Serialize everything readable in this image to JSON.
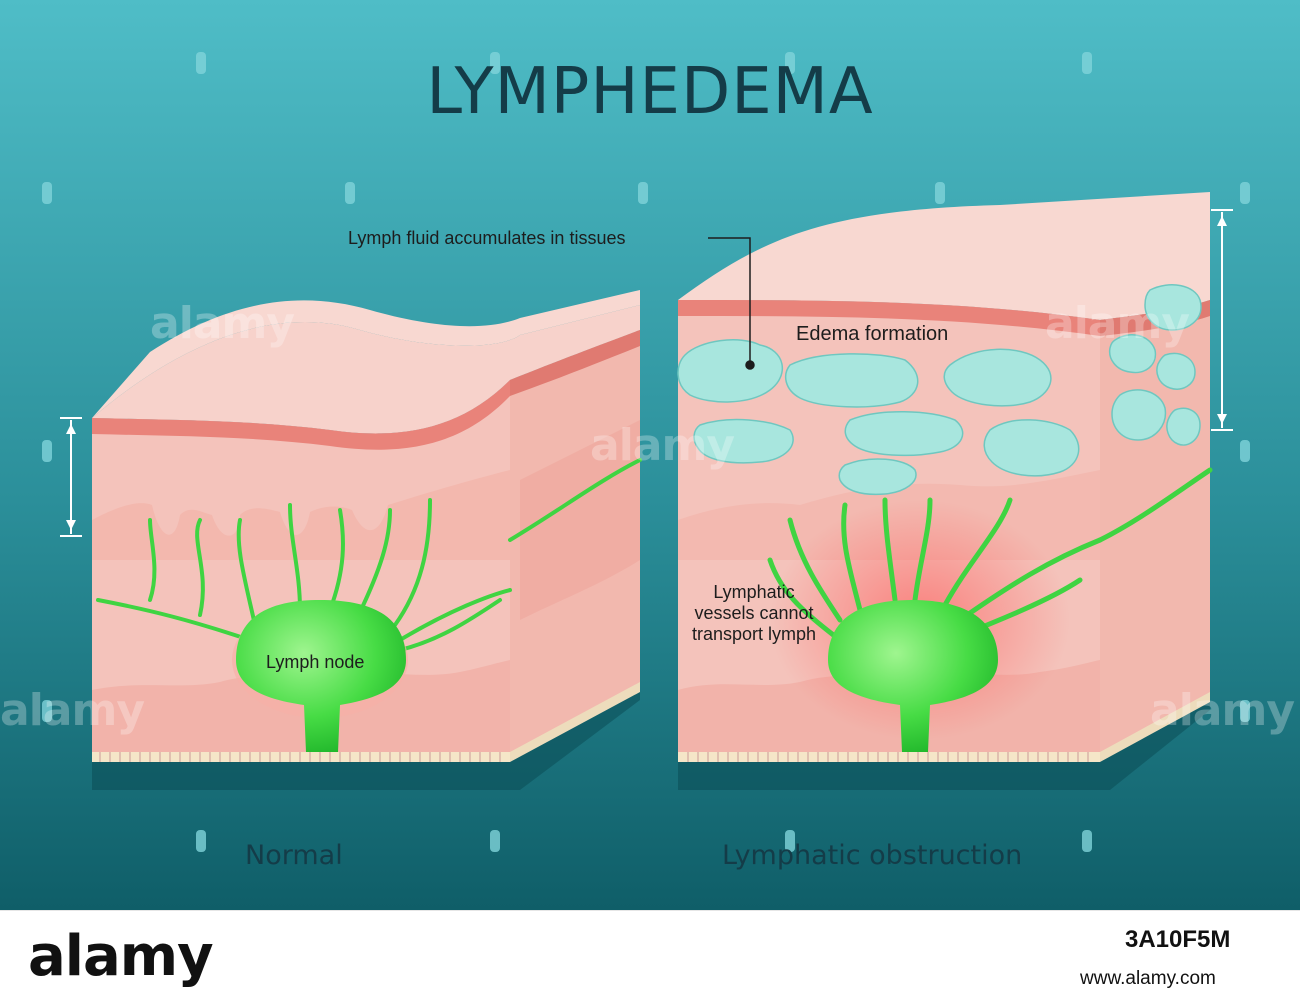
{
  "title": "LYMPHEDEMA",
  "panels": {
    "normal": {
      "caption": "Normal",
      "lymph_node_label": "Lymph node"
    },
    "obstruction": {
      "caption": "Lymphatic obstruction",
      "accumulation_label": "Lymph fluid accumulates in tissues",
      "edema_label": "Edema formation",
      "vessels_label": "Lymphatic vessels cannot transport lymph"
    }
  },
  "watermark": "alamy",
  "footer": {
    "brand": "alamy",
    "image_id": "3A10F5M",
    "url": "www.alamy.com"
  },
  "colors": {
    "background_top": "#4ebcc6",
    "background_bottom": "#0e5d67",
    "skin_light": "#f6d0c9",
    "skin_mid": "#f3b6ad",
    "skin_dark": "#e98c82",
    "lymph_green": "#52e04f",
    "edema_fluid": "#a8e6de"
  }
}
